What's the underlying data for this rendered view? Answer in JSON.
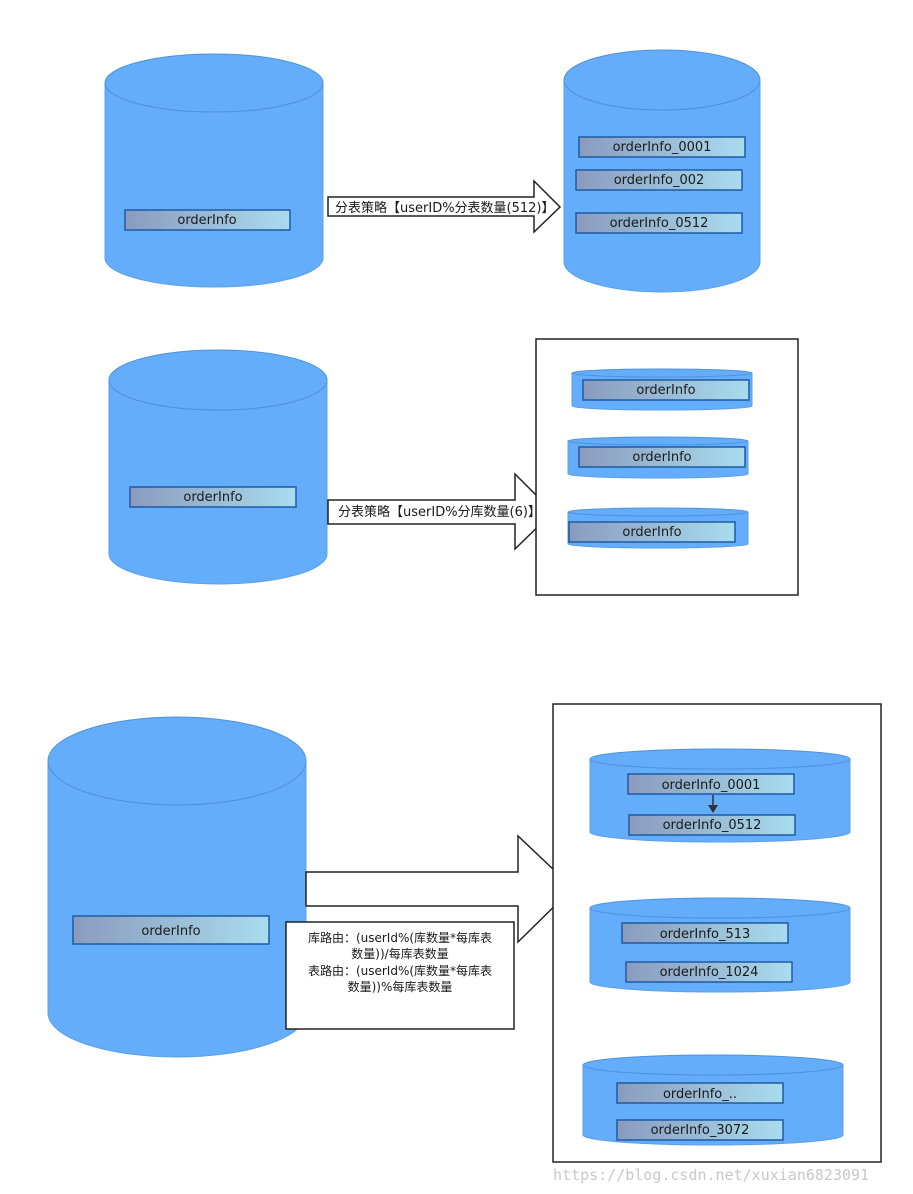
{
  "colors": {
    "cylinder_fill": "#64adfa",
    "cylinder_stroke": "#5b9fe8",
    "table_border": "#1f5aa6",
    "gradient_start": "#8a9bbd",
    "gradient_end": "#a8dcee",
    "outline": "#222222"
  },
  "section1": {
    "source_table": "orderInfo",
    "arrow_label": "分表策略【userID%分表数量(512)】",
    "target_tables": [
      "orderInfo_0001",
      "orderInfo_002",
      "orderInfo_0512"
    ]
  },
  "section2": {
    "source_table": "orderInfo",
    "arrow_label": "分表策略【userID%分库数量(6)】",
    "target_tables": [
      "orderInfo",
      "orderInfo",
      "orderInfo"
    ]
  },
  "section3": {
    "source_table": "orderInfo",
    "note_lines": [
      "库路由：(userId%(库数量*每库表",
      "数量))/每库表数量",
      "表路由：(userId%(库数量*每库表",
      "数量))%每库表数量"
    ],
    "db1_tables": [
      "orderInfo_0001",
      "orderInfo_0512"
    ],
    "db2_tables": [
      "orderInfo_513",
      "orderInfo_1024"
    ],
    "db3_tables": [
      "orderInfo_..",
      "orderInfo_3072"
    ]
  },
  "watermark": "https://blog.csdn.net/xuxian6823091"
}
